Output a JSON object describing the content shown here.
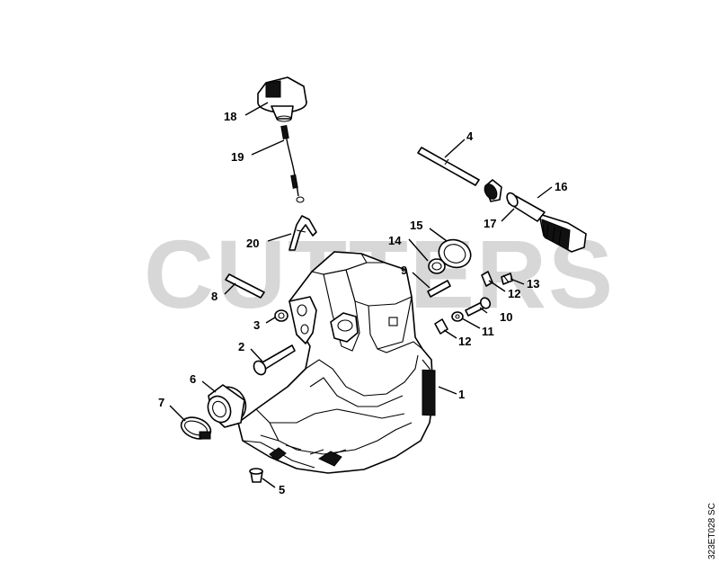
{
  "watermark": "CUTTERS",
  "drawing_code": "323ET028 SC",
  "callouts": [
    {
      "id": "18",
      "label": "18"
    },
    {
      "id": "19",
      "label": "19"
    },
    {
      "id": "20",
      "label": "20"
    },
    {
      "id": "8",
      "label": "8"
    },
    {
      "id": "3",
      "label": "3"
    },
    {
      "id": "2",
      "label": "2"
    },
    {
      "id": "6",
      "label": "6"
    },
    {
      "id": "7",
      "label": "7"
    },
    {
      "id": "5",
      "label": "5"
    },
    {
      "id": "1",
      "label": "1"
    },
    {
      "id": "4",
      "label": "4"
    },
    {
      "id": "16",
      "label": "16"
    },
    {
      "id": "17",
      "label": "17"
    },
    {
      "id": "15",
      "label": "15"
    },
    {
      "id": "14",
      "label": "14"
    },
    {
      "id": "9",
      "label": "9"
    },
    {
      "id": "12a",
      "label": "12"
    },
    {
      "id": "13",
      "label": "13"
    },
    {
      "id": "10",
      "label": "10"
    },
    {
      "id": "11",
      "label": "11"
    },
    {
      "id": "12b",
      "label": "12"
    }
  ]
}
